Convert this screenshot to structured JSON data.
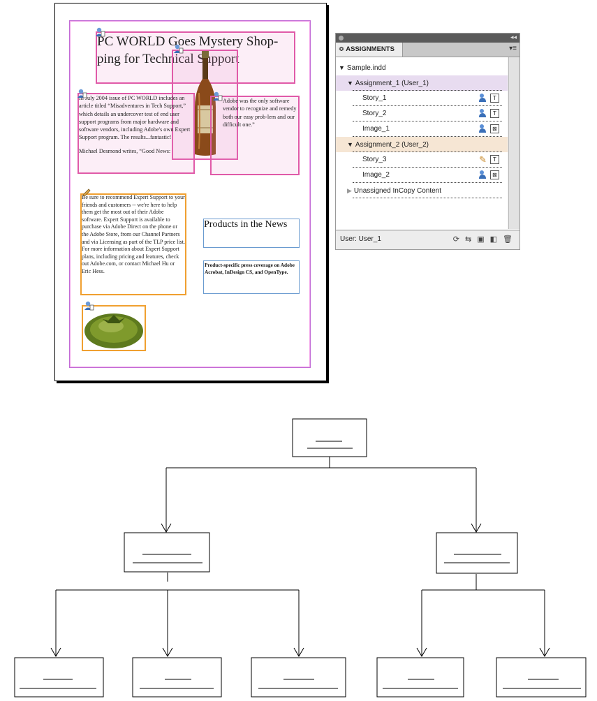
{
  "document": {
    "title": "PC WORLD Goes Mystery Shop-ping for Technical Support",
    "title_line1": "PC WORLD Goes Mystery Shop-",
    "title_line2": "ping for Technical    Support",
    "left_column": "In July 2004 issue of PC WORLD includes an article titled “Misadventures in Tech Support,” which details an undercover test of end user support programs from major hardware and software vendors, including Adobe's own Expert Support program. The results...fantastic!",
    "left_column_2": "Michael Desmond writes, “Good News:",
    "right_column": "Adobe was the only software vendor to recognize and remedy both our easy prob-lem and our difficult one.”",
    "orange_column": "Be sure to recommend Expert Support to your friends and customers -- we're here to help them get the most out of their Adobe software. Expert Support is available to purchase via Adobe Direct on the phone or the Adobe Store, from our Channel Partners and via Licensing as part of the TLP price list. For more information about Expert Support plans, including pricing and features, check out Adobe.com, or contact Michael Hu or Eric Hess.",
    "news_heading": "Products in the News",
    "news_body": "Product-specific press coverage on Adobe Acrobat, InDesign CS, and OpenType."
  },
  "panel": {
    "tab_label": "≎ ASSIGNMENTS",
    "collapse_glyph": "◂◂",
    "menu_glyph": "▾≡",
    "rows": [
      {
        "label": "Sample.indd",
        "kind": "file"
      },
      {
        "label": "Assignment_1 (User_1)",
        "kind": "assignment1"
      },
      {
        "label": "Story_1",
        "kind": "story"
      },
      {
        "label": "Story_2",
        "kind": "story"
      },
      {
        "label": "Image_1",
        "kind": "image"
      },
      {
        "label": "Assignment_2 (User_2)",
        "kind": "assignment2"
      },
      {
        "label": "Story_3",
        "kind": "story-edit"
      },
      {
        "label": "Image_2",
        "kind": "image"
      },
      {
        "label": "Unassigned InCopy Content",
        "kind": "unassigned"
      }
    ],
    "footer_user": "User: User_1",
    "footer_icons": [
      "update-icon",
      "relink-icon",
      "assign-icon",
      "new-assignment-icon",
      "trash-icon"
    ]
  }
}
